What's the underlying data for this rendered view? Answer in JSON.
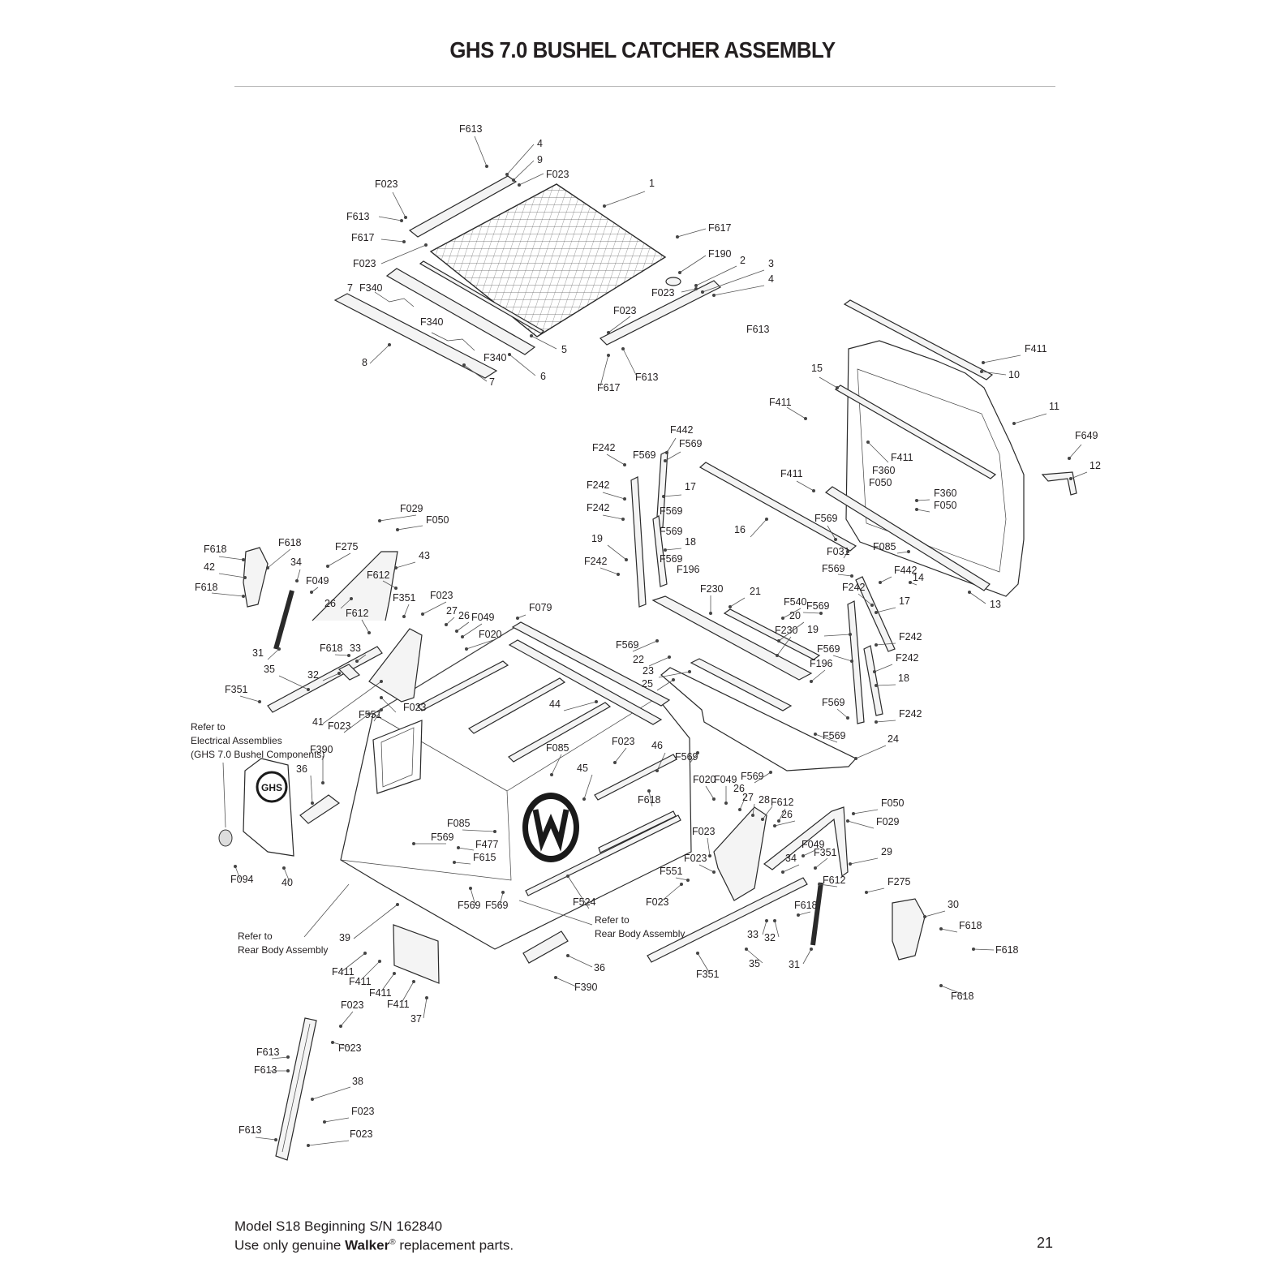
{
  "page": {
    "title": "GHS 7.0 BUSHEL CATCHER ASSEMBLY",
    "footer_line1": "Model S18 Beginning S/N 162840",
    "footer_line2_prefix": "Use only genuine ",
    "footer_brand": "Walker",
    "footer_reg": "®",
    "footer_line2_suffix": " replacement parts.",
    "page_number": "21"
  },
  "callouts": {
    "refer_electrical_1": "Refer to",
    "refer_electrical_2": "Electrical Assemblies",
    "refer_electrical_3": "(GHS 7.0 Bushel Components)",
    "refer_rear_left_1": "Refer to",
    "refer_rear_left_2": "Rear Body Assembly",
    "refer_rear_mid_1": "Refer to",
    "refer_rear_mid_2": "Rear Body Assembly"
  },
  "labels": {
    "l1": "F613",
    "l2": "4",
    "l3": "9",
    "l4": "F023",
    "l5": "F023",
    "l6": "1",
    "l7": "F613",
    "l8": "F617",
    "l9": "F617",
    "l10": "F023",
    "l11": "F190",
    "l12": "2",
    "l13": "3",
    "l14": "F023",
    "l15": "4",
    "l16": "7",
    "l17": "F340",
    "l18": "F023",
    "l19": "F340",
    "l20": "F613",
    "l21": "5",
    "l22": "F340",
    "l23": "8",
    "l24": "6",
    "l25": "7",
    "l26": "F617",
    "l27": "F613",
    "l28": "F411",
    "l29": "10",
    "l30": "15",
    "l31": "F411",
    "l32": "11",
    "l33": "F649",
    "l34": "12",
    "l35": "F411",
    "l36": "F411",
    "l37": "F360",
    "l38": "F050",
    "l39": "F360",
    "l40": "F050",
    "l41": "F442",
    "l42": "F242",
    "l43": "F569",
    "l44": "F569",
    "l45": "F242",
    "l46": "17",
    "l47": "F242",
    "l48": "F569",
    "l49": "F569",
    "l50": "16",
    "l51": "19",
    "l52": "F569",
    "l53": "18",
    "l54": "F242",
    "l55": "F569",
    "l56": "F196",
    "l57": "F031",
    "l58": "F085",
    "l59": "F569",
    "l60": "F442",
    "l61": "14",
    "l62": "F242",
    "l63": "13",
    "l64": "F029",
    "l65": "F050",
    "l66": "F618",
    "l67": "F618",
    "l68": "F275",
    "l69": "43",
    "l70": "42",
    "l71": "34",
    "l72": "F049",
    "l73": "F612",
    "l74": "F618",
    "l75": "26",
    "l76": "F351",
    "l77": "F023",
    "l78": "F079",
    "l79": "F612",
    "l80": "27",
    "l81": "26",
    "l82": "F049",
    "l83": "F020",
    "l84": "31",
    "l85": "F618",
    "l86": "33",
    "l87": "35",
    "l88": "32",
    "l89": "F351",
    "l90": "F023",
    "l91": "41",
    "l92": "F023",
    "l93": "F551",
    "l94": "F230",
    "l95": "21",
    "l96": "F540",
    "l97": "20",
    "l98": "F230",
    "l99": "F569",
    "l100": "22",
    "l101": "23",
    "l102": "25",
    "l103": "F569",
    "l104": "19",
    "l105": "17",
    "l106": "F569",
    "l107": "F196",
    "l108": "F242",
    "l109": "F242",
    "l110": "18",
    "l111": "F569",
    "l112": "F242",
    "l113": "F569",
    "l114": "24",
    "l115": "44",
    "l116": "F390",
    "l117": "36",
    "l118": "F085",
    "l119": "F023",
    "l120": "46",
    "l121": "45",
    "l122": "F618",
    "l123": "F569",
    "l124": "F569",
    "l125": "F020",
    "l126": "F049",
    "l127": "26",
    "l128": "27",
    "l129": "28",
    "l130": "F612",
    "l131": "26",
    "l132": "F050",
    "l133": "F029",
    "l134": "F085",
    "l135": "F569",
    "l136": "F477",
    "l137": "F615",
    "l138": "F023",
    "l139": "F023",
    "l140": "F049",
    "l141": "F351",
    "l142": "29",
    "l143": "34",
    "l144": "F612",
    "l145": "F275",
    "l146": "F094",
    "l147": "40",
    "l148": "F551",
    "l149": "F023",
    "l150": "F524",
    "l151": "F569",
    "l152": "F569",
    "l153": "F618",
    "l154": "30",
    "l155": "33",
    "l156": "32",
    "l157": "F618",
    "l158": "39",
    "l159": "36",
    "l160": "35",
    "l161": "31",
    "l162": "F618",
    "l163": "F411",
    "l164": "F411",
    "l165": "F411",
    "l166": "F411",
    "l167": "F390",
    "l168": "F351",
    "l169": "F618",
    "l170": "37",
    "l171": "F023",
    "l172": "F023",
    "l173": "F613",
    "l174": "F613",
    "l175": "38",
    "l176": "F023",
    "l177": "F613",
    "l178": "F023"
  },
  "decal": {
    "ghs": "GHS"
  },
  "icons": {
    "logo": "walker-w-logo-icon"
  }
}
